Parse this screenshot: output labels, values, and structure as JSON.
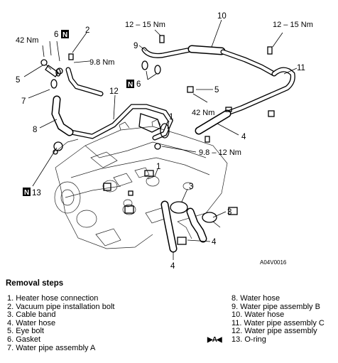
{
  "diagram": {
    "callouts": {
      "n1a": "1",
      "n1b": "1",
      "n2": "2",
      "n3a": "3",
      "n3b": "3",
      "n4a": "4",
      "n4b": "4",
      "n5a": "5",
      "n5b": "5",
      "n6a": "6",
      "n6b": "6",
      "n7": "7",
      "n8": "8",
      "n9": "9",
      "n10": "10",
      "n11": "11",
      "n12": "12",
      "n13": "13"
    },
    "badge": "N",
    "torques": {
      "t42a": "42 Nm",
      "t42b": "42 Nm",
      "t98": "9.8 Nm",
      "t1215a": "12 – 15 Nm",
      "t1215b": "12 – 15 Nm",
      "t9812": "9.8 – 12 Nm"
    },
    "figure_code": "A04V0016"
  },
  "removal": {
    "title": "Removal steps",
    "marker": "▶A◀",
    "left": [
      "1. Heater hose connection",
      "2. Vacuum pipe installation bolt",
      "3. Cable band",
      "4. Water hose",
      "5. Eye bolt",
      "6. Gasket",
      "7. Water pipe assembly A"
    ],
    "right": [
      "8. Water hose",
      "9. Water pipe assembly B",
      "10. Water hose",
      "11. Water pipe assembly C",
      "12. Water pipe assembly",
      "13. O-ring"
    ]
  }
}
